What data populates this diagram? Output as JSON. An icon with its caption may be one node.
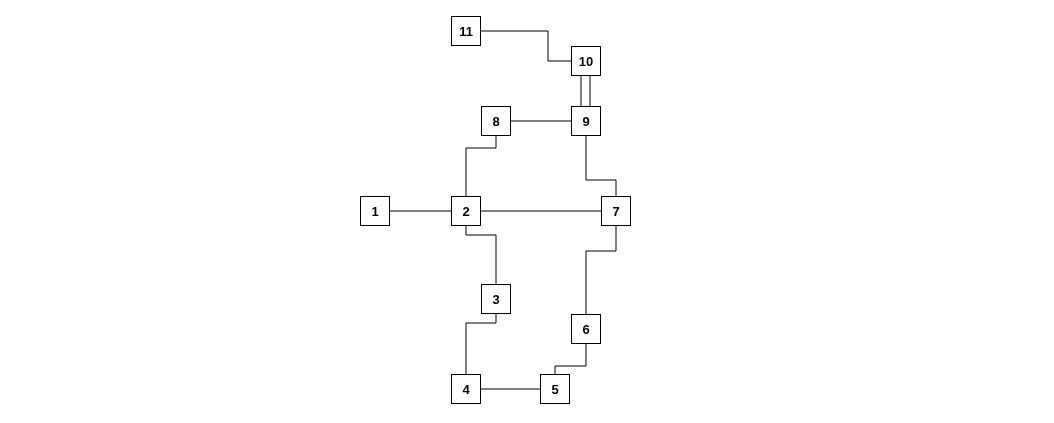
{
  "diagram": {
    "nodes": [
      {
        "text": [
          "1"
        ]
      },
      {
        "text": [
          "2"
        ]
      },
      {
        "text": [
          "3"
        ]
      },
      {
        "text": [
          "4"
        ]
      },
      {
        "text": [
          "5"
        ]
      },
      {
        "text": [
          "6"
        ]
      },
      {
        "text": [
          "7"
        ]
      },
      {
        "text": [
          "8"
        ]
      },
      {
        "text": [
          "9"
        ]
      },
      {
        "text": [
          "10"
        ]
      },
      {
        "text": [
          "11"
        ]
      }
    ],
    "edges": [
      {
        "from": 0,
        "to": 1,
        "arrow": "none"
      },
      {
        "from": 1,
        "to": 6,
        "arrow": "none"
      },
      {
        "from": 1,
        "to": 7,
        "arrow": "none"
      },
      {
        "from": 1,
        "to": 2,
        "arrow": "none"
      },
      {
        "from": 2,
        "to": 3,
        "arrow": "none"
      },
      {
        "from": 3,
        "to": 4,
        "arrow": "none"
      },
      {
        "from": 4,
        "to": 5,
        "arrow": "none"
      },
      {
        "from": 5,
        "to": 6,
        "arrow": "none"
      },
      {
        "from": 6,
        "to": 8,
        "arrow": "none"
      },
      {
        "from": 7,
        "to": 8,
        "arrow": "none"
      },
      {
        "from": 8,
        "to": 9,
        "arrow": "none"
      },
      {
        "from": 8,
        "to": 9,
        "arrow": "none"
      },
      {
        "from": 10,
        "to": 9,
        "arrow": "none"
      }
    ]
  }
}
